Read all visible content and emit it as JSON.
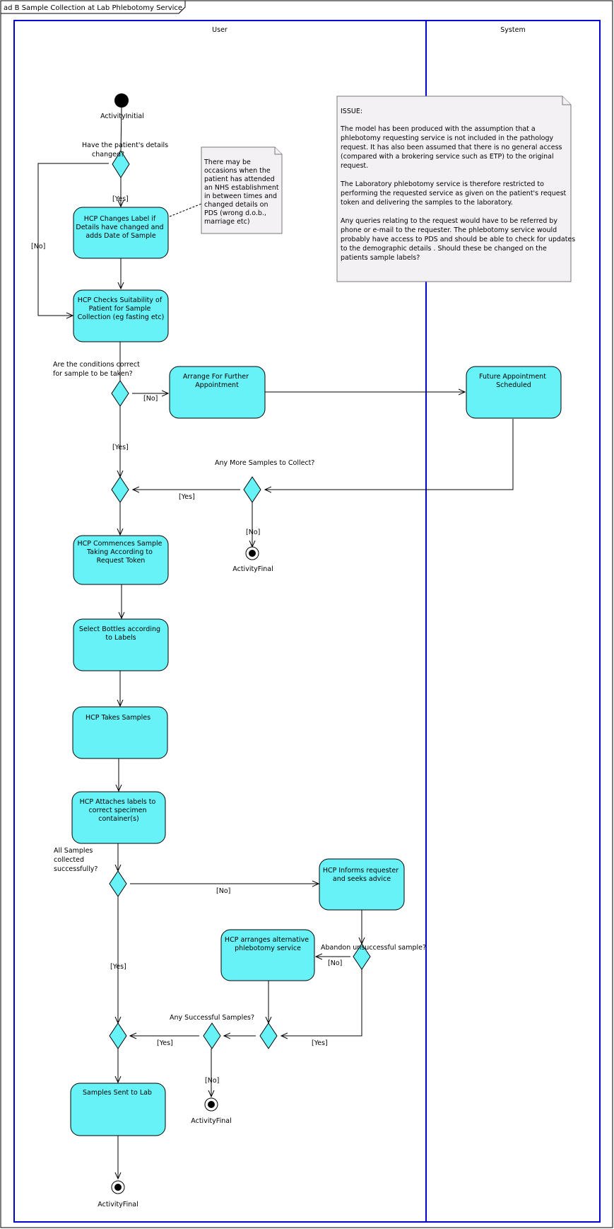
{
  "frame": {
    "title": "ad B Sample Collection at Lab Phlebotomy Service"
  },
  "lanes": {
    "user": "User",
    "system": "System"
  },
  "initial": {
    "label": "ActivityInitial"
  },
  "activities": {
    "changes_label": [
      "HCP Changes Label if",
      "Details have changed and",
      "adds Date of Sample"
    ],
    "checks_suitability": [
      "HCP Checks Suitability of",
      "Patient for Sample",
      "Collection (eg fasting etc)"
    ],
    "arrange_further": [
      "Arrange For Further",
      "Appointment"
    ],
    "future_appointment": [
      "Future Appointment",
      "Scheduled"
    ],
    "commences_sample": [
      "HCP Commences Sample",
      "Taking According to",
      "Request Token"
    ],
    "select_bottles": [
      "Select Bottles according",
      "to Labels"
    ],
    "takes_samples": [
      "HCP Takes Samples"
    ],
    "attaches_labels": [
      "HCP Attaches labels to",
      "correct specimen",
      "container(s)"
    ],
    "informs_requester": [
      "HCP Informs requester",
      "and seeks advice"
    ],
    "arranges_alternative": [
      "HCP arranges alternative",
      "phlebotomy service"
    ],
    "samples_sent": [
      "Samples Sent to Lab"
    ]
  },
  "decisions": {
    "details_changed": [
      "Have the patient's details",
      "changed?"
    ],
    "conditions_correct": [
      "Are the conditions correct",
      "for sample to be taken?"
    ],
    "more_samples": [
      "Any More Samples to Collect?"
    ],
    "all_collected": [
      "All Samples",
      "collected",
      "successfully?"
    ],
    "abandon": [
      "Abandon unsuccessful sample?"
    ],
    "any_successful": [
      "Any Successful Samples?"
    ]
  },
  "guards": {
    "yes": "[Yes]",
    "no": "[No]"
  },
  "finals": {
    "label": "ActivityFinal"
  },
  "notes": {
    "nhs": [
      "There may be",
      "occasions when the",
      "patient has attended",
      "an NHS establishment",
      "in between times and",
      "changed details on",
      "PDS (wrong d.o.b.,",
      "marriage etc)"
    ],
    "issue": [
      "ISSUE:",
      "",
      "The model has been produced with the assumption that a",
      "phlebotomy requesting service is not included in the pathology",
      "request.  It has also been assumed that there is no general access",
      "(compared with a brokering service such as ETP) to the original",
      "request.",
      "",
      "The Laboratory phlebotomy service is therefore restricted to",
      "performing the requested service as given on the patient's request",
      "token and delivering the samples to the laboratory.",
      "",
      "Any queries relating to the request would have to be referred by",
      "phone or e-mail to the requester.  The phlebotomy service would",
      "probably have access to PDS and should be able to check for updates",
      "to the demographic details .  Should these be changed on the",
      "patients sample labels?"
    ]
  }
}
